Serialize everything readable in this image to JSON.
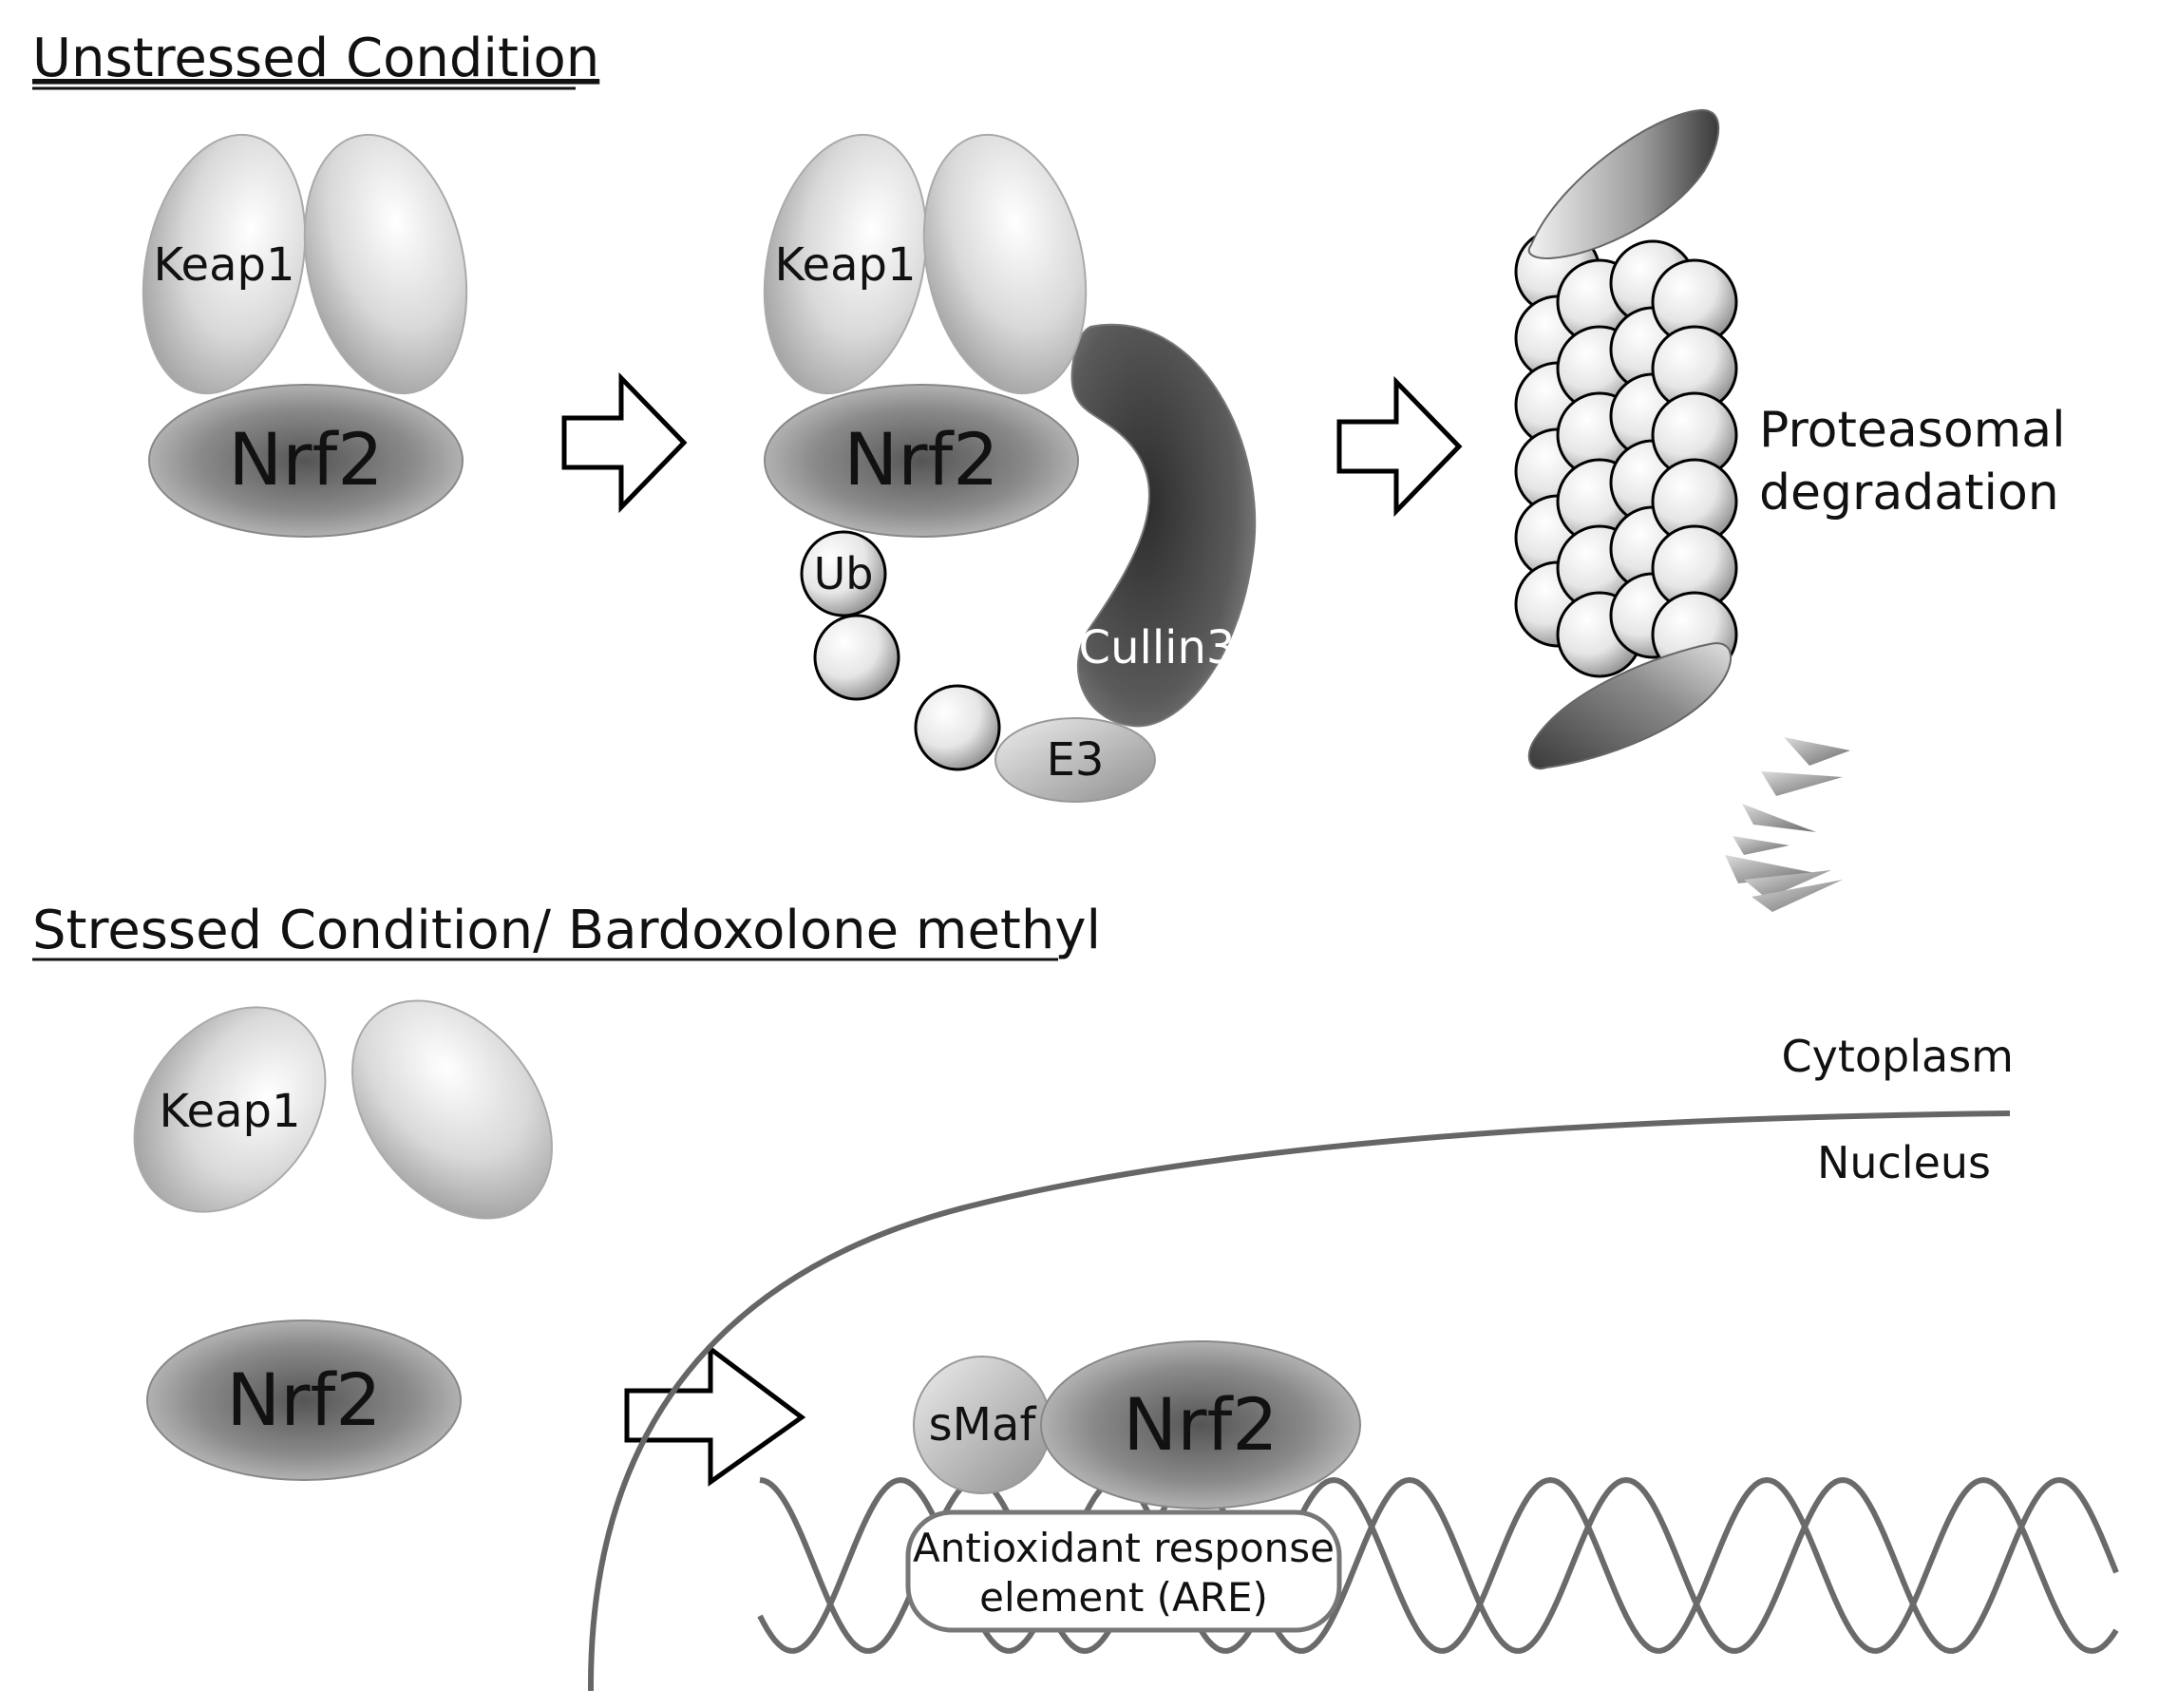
{
  "headings": {
    "unstressed": "Unstressed Condition",
    "stressed": "Stressed Condition/ Bardoxolone methyl"
  },
  "labels": {
    "keap1": "Keap1",
    "nrf2": "Nrf2",
    "ub": "Ub",
    "cullin3": "Cullin3",
    "e3": "E3",
    "proteasomal_line1": "Proteasomal",
    "proteasomal_line2": "degradation",
    "cytoplasm": "Cytoplasm",
    "nucleus": "Nucleus",
    "smaf": "sMaf",
    "are_line1": "Antioxidant response",
    "are_line2": "element (ARE)"
  },
  "colors": {
    "line": "#666666",
    "arrow_stroke": "#000000",
    "text": "#111111",
    "cullin_dark": "#3a3a3a"
  }
}
